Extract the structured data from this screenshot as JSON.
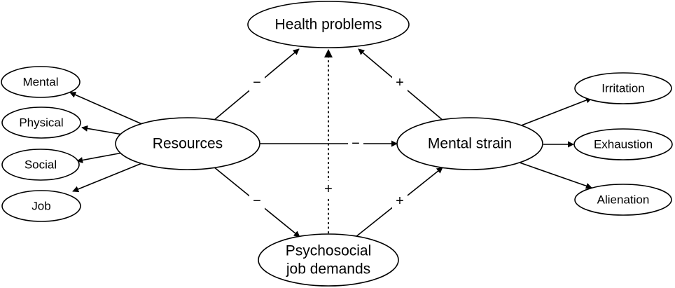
{
  "nodes": {
    "health_problems": "Health problems",
    "resources": "Resources",
    "mental_strain": "Mental strain",
    "psychosocial_line1": "Psychosocial",
    "psychosocial_line2": "job demands",
    "mental": "Mental",
    "physical": "Physical",
    "social": "Social",
    "job": "Job",
    "irritation": "Irritation",
    "exhaustion": "Exhaustion",
    "alienation": "Alienation"
  },
  "edge_labels": {
    "resources_to_health": "−",
    "strain_to_health": "+",
    "resources_to_strain": "−",
    "resources_to_demands": "−",
    "demands_to_strain": "+",
    "demands_to_health": "+"
  },
  "colors": {
    "line": "#000000",
    "background": "#ffffff"
  }
}
